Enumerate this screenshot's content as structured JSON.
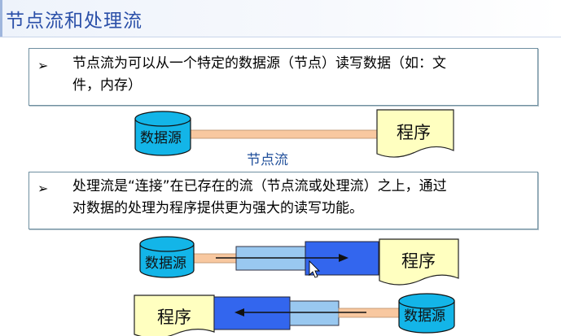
{
  "title": "节点流和处理流",
  "bullet_glyph": "➢",
  "bullet1": {
    "line1": "节点流为可以从一个特定的数据源（节点）读写数据（如：文",
    "line2": "件，内存）"
  },
  "bullet2": {
    "line1": "处理流是“连接”在已存在的流（节点流或处理流）之上，通过",
    "line2": "对数据的处理为程序提供更为强大的读写功能。"
  },
  "diagram1": {
    "source_label": "数据源",
    "program_label": "程序",
    "stream_label": "节点流"
  },
  "diagram2": {
    "source_label": "数据源",
    "program_label": "程序"
  },
  "diagram3": {
    "program_label": "程序",
    "source_label": "数据源"
  },
  "colors": {
    "title": "#2a4fa8",
    "cylinder": "#13b5e8",
    "document": "#ffffc0",
    "pipe": "#f8c8a0",
    "node_stream": "#3366ee",
    "processing_stream": "#99c8f0"
  }
}
